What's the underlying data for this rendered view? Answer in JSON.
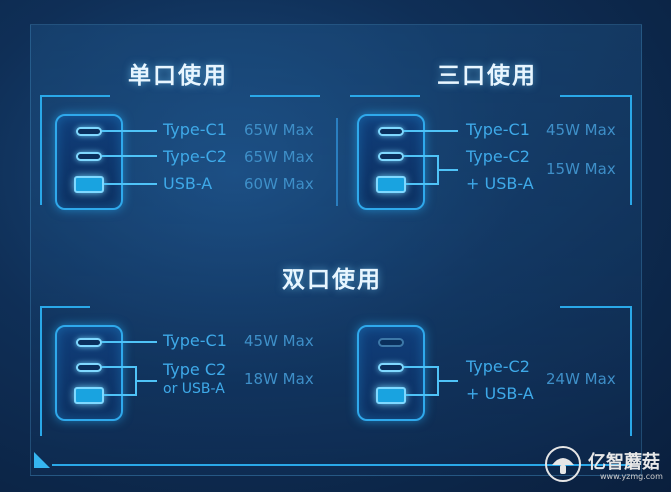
{
  "sections": {
    "single": {
      "title": "单口使用",
      "rows": [
        {
          "port": "Type-C1",
          "power": "65W Max"
        },
        {
          "port": "Type-C2",
          "power": "65W Max"
        },
        {
          "port": "USB-A",
          "power": "60W Max"
        }
      ]
    },
    "triple": {
      "title": "三口使用",
      "c1": "Type-C1",
      "c1_power": "45W Max",
      "c2": "Type-C2",
      "a": "+ USB-A",
      "shared_power": "15W Max"
    },
    "dual": {
      "title": "双口使用",
      "left": {
        "c1": "Type-C1",
        "c1_power": "45W Max",
        "c2": "Type C2",
        "or_a": "or USB-A",
        "shared_power": "18W Max"
      },
      "right": {
        "c2": "Type-C2",
        "a": "+ USB-A",
        "shared_power": "24W Max"
      }
    }
  },
  "watermark": {
    "brand": "亿智蘑菇",
    "domain": "www.yzmg.com"
  },
  "colors": {
    "accent": "#2fa9ec",
    "label": "#3ea9e8",
    "power": "#3e8fc8",
    "title": "#e8f6ff"
  }
}
